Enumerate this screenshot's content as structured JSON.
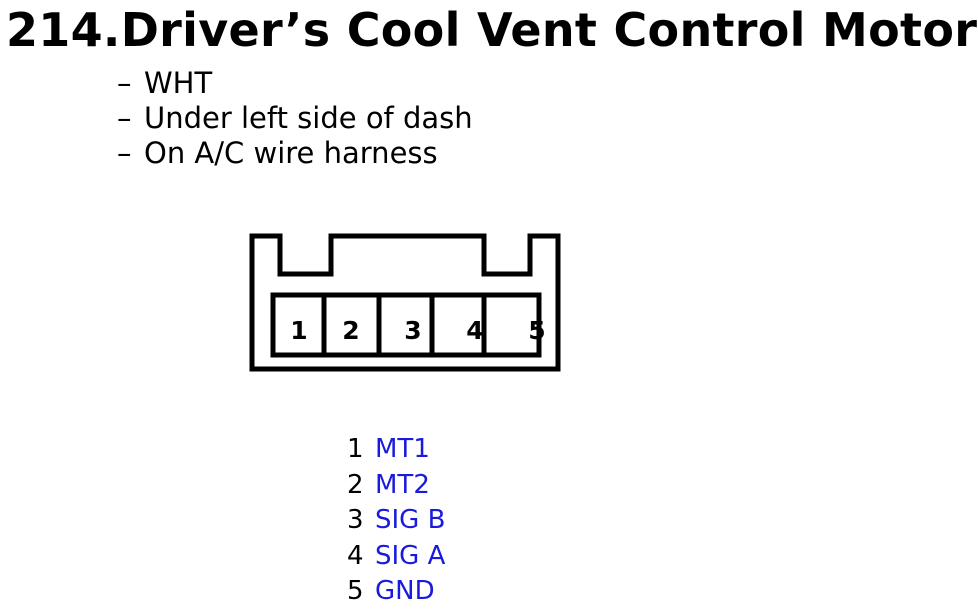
{
  "title": "214.Driver’s Cool Vent Control Motor",
  "details": [
    {
      "dash": "–",
      "text": "WHT"
    },
    {
      "dash": "–",
      "text": "Under left side of dash"
    },
    {
      "dash": "–",
      "text": "On A/C wire harness"
    }
  ],
  "connector": {
    "pins": [
      "1",
      "2",
      "3",
      "4",
      "5"
    ]
  },
  "pinout": [
    {
      "pin": "1",
      "signal": "MT1"
    },
    {
      "pin": "2",
      "signal": "MT2"
    },
    {
      "pin": "3",
      "signal": "SIG B"
    },
    {
      "pin": "4",
      "signal": "SIG A"
    },
    {
      "pin": "5",
      "signal": "GND"
    }
  ],
  "colors": {
    "signal_text": "#1a1adc",
    "text": "#000000",
    "outline": "#000000"
  }
}
